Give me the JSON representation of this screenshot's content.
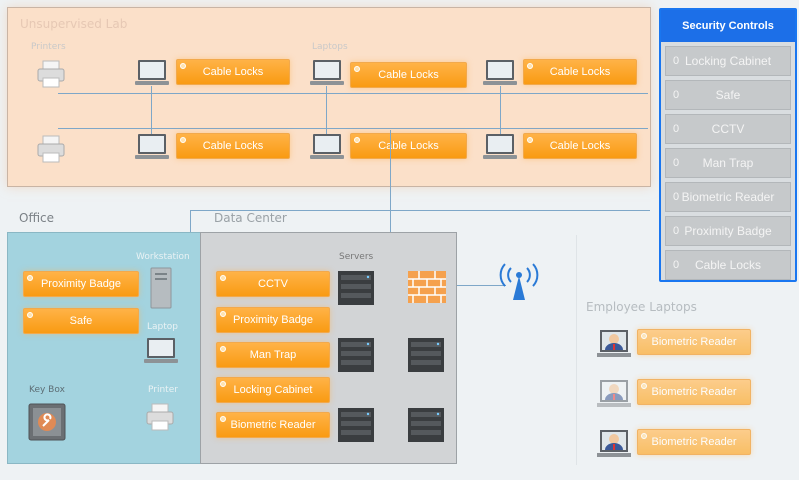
{
  "zones": {
    "lab": "Unsupervised Lab",
    "office": "Office",
    "datacenter": "Data Center",
    "employee_laptops": "Employee Laptops"
  },
  "labels": {
    "printers": "Printers",
    "laptops": "Laptops",
    "workstation": "Workstation",
    "laptop": "Laptop",
    "printer": "Printer",
    "key_box": "Key Box",
    "servers": "Servers"
  },
  "lab_badges": [
    "Cable Locks",
    "Cable Locks",
    "Cable Locks",
    "Cable Locks",
    "Cable Locks",
    "Cable Locks"
  ],
  "office_badges": [
    "Proximity Badge",
    "Safe"
  ],
  "datacenter_badges": [
    "CCTV",
    "Proximity Badge",
    "Man Trap",
    "Locking Cabinet",
    "Biometric Reader"
  ],
  "employee_badges": [
    "Biometric Reader",
    "Biometric Reader",
    "Biometric Reader"
  ],
  "security_controls": {
    "title": "Security Controls",
    "items": [
      {
        "count": "0",
        "label": "Locking Cabinet"
      },
      {
        "count": "0",
        "label": "Safe"
      },
      {
        "count": "0",
        "label": "CCTV"
      },
      {
        "count": "0",
        "label": "Man Trap"
      },
      {
        "count": "0",
        "label": "Biometric Reader"
      },
      {
        "count": "0",
        "label": "Proximity Badge"
      },
      {
        "count": "0",
        "label": "Cable Locks"
      }
    ]
  },
  "colors": {
    "accent": "#1c6fe8",
    "badge": "#f99b12",
    "lab_bg": "#fbe0c9",
    "office_bg": "#a3d3df",
    "datacenter_bg": "#d2d4d6"
  }
}
